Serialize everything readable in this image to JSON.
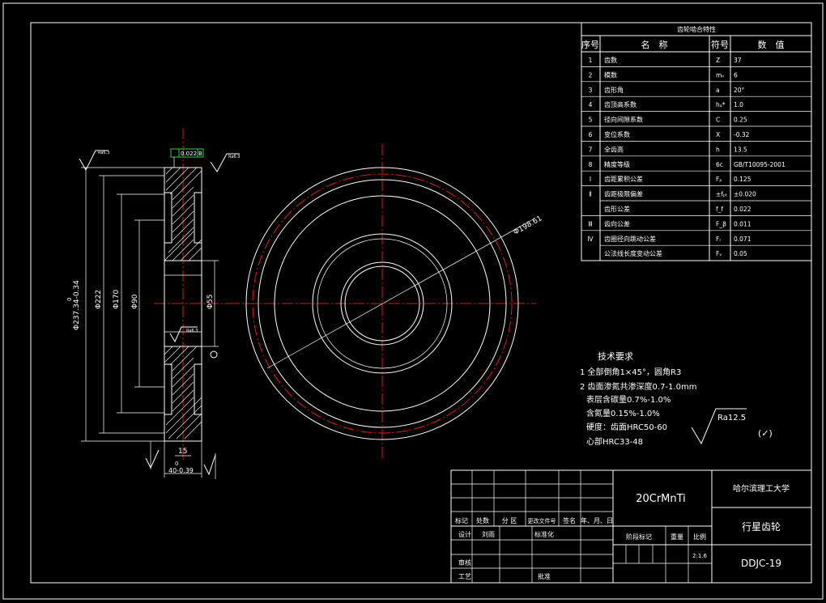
{
  "gear_table": {
    "title": "齿轮啮合特性",
    "headers": [
      "序号",
      "名　称",
      "符号",
      "数　值"
    ],
    "rows": [
      {
        "no": "1",
        "name": "齿数",
        "sym": "Z",
        "val": "37"
      },
      {
        "no": "2",
        "name": "模数",
        "sym": "mₙ",
        "val": "6"
      },
      {
        "no": "3",
        "name": "齿形角",
        "sym": "a",
        "val": "20°"
      },
      {
        "no": "4",
        "name": "齿顶高系数",
        "sym": "hₐ*",
        "val": "1.0"
      },
      {
        "no": "5",
        "name": "径向间隙系数",
        "sym": "C",
        "val": "0.25"
      },
      {
        "no": "6",
        "name": "变位系数",
        "sym": "X",
        "val": "-0.32"
      },
      {
        "no": "7",
        "name": "全齿高",
        "sym": "h",
        "val": "13.5"
      },
      {
        "no": "8",
        "name": "精度等级",
        "sym": "6c",
        "val": "GB/T10095-2001"
      },
      {
        "no": "Ⅰ",
        "name": "齿距累积公差",
        "sym": "Fₚ",
        "val": "0.125"
      },
      {
        "no": "Ⅱ",
        "name": "齿距极限偏差",
        "sym": "±fₚₜ",
        "val": "±0.020"
      },
      {
        "no": "",
        "name": "齿形公差",
        "sym": "f_f",
        "val": "0.022"
      },
      {
        "no": "Ⅲ",
        "name": "齿向公差",
        "sym": "F_β",
        "val": "0.011"
      },
      {
        "no": "Ⅳ",
        "name": "齿圈径向跳动公差",
        "sym": "Fᵣ",
        "val": "0.071"
      },
      {
        "no": "",
        "name": "公法线长度变动公差",
        "sym": "Fᵥ",
        "val": "0.05"
      }
    ]
  },
  "tech_req": {
    "heading": "技术要求",
    "lines": [
      "1 全部倒角1×45°，圆角R3",
      "2 齿面渗氮共渗深度0.7-1.0mm",
      "表层含碳量0.7%-1.0%",
      "含氮量0.15%-1.0%",
      "硬度：齿面HRC50-60",
      "心部HRC33-48"
    ]
  },
  "roughness": {
    "value": "Ra12.5",
    "extra": "(✓)"
  },
  "dims": {
    "outer": "Φ237.34-0.34",
    "outer_sup": "0",
    "d222": "Φ222",
    "d170": "Φ170",
    "d90": "Φ90",
    "d55": "Φ55",
    "width": "40-0.39",
    "width_sup": "0",
    "hub": "15",
    "circle_dia": "Φ198.61",
    "tol_frame": "0.022",
    "tol_datum": "B",
    "rough_small": "Ra6.3"
  },
  "title_block": {
    "material": "20CrMnTi",
    "school": "哈尔滨理工大学",
    "part_name": "行星齿轮",
    "drawing_no": "DDJC-19",
    "labels": {
      "mark": "标记",
      "count": "处数",
      "zone": "分 区",
      "docno": "更改文件号",
      "sign": "签名",
      "date": "年、月、日",
      "design": "设计",
      "designer": "刘雨",
      "std": "标准化",
      "stage": "阶段标记",
      "weight": "重量",
      "scale": "比例",
      "check": "审核",
      "process": "工艺",
      "approve": "批准",
      "scale_val": "2:1.6"
    }
  }
}
